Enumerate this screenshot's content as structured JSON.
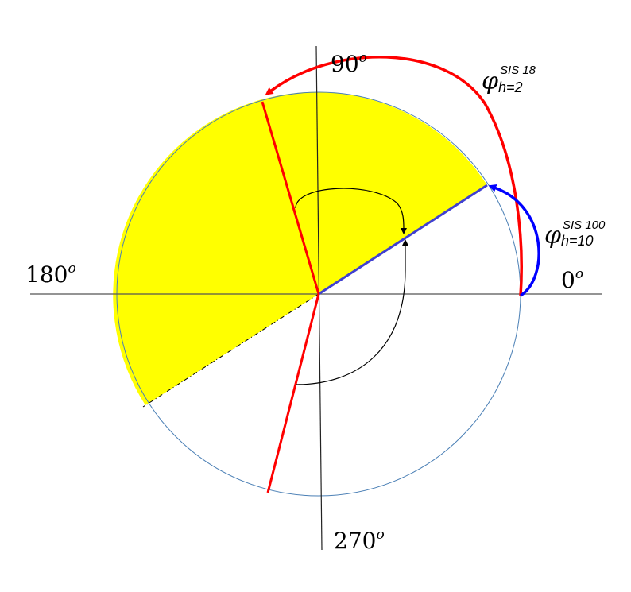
{
  "axes": {
    "deg_0": "0",
    "deg_90": "90",
    "deg_180": "180",
    "deg_270": "270",
    "degree_mark": "o"
  },
  "annotations": {
    "red_phase": {
      "symbol": "φ",
      "superscript": "SIS 18",
      "subscript": "h=2"
    },
    "blue_phase": {
      "symbol": "φ",
      "superscript": "SIS 100",
      "subscript": "h=10"
    }
  },
  "colors": {
    "fill": "#ffff00",
    "circle": "#4a7fb5",
    "red": "#ff0000",
    "blue": "#0000ff",
    "axis": "#555555"
  }
}
